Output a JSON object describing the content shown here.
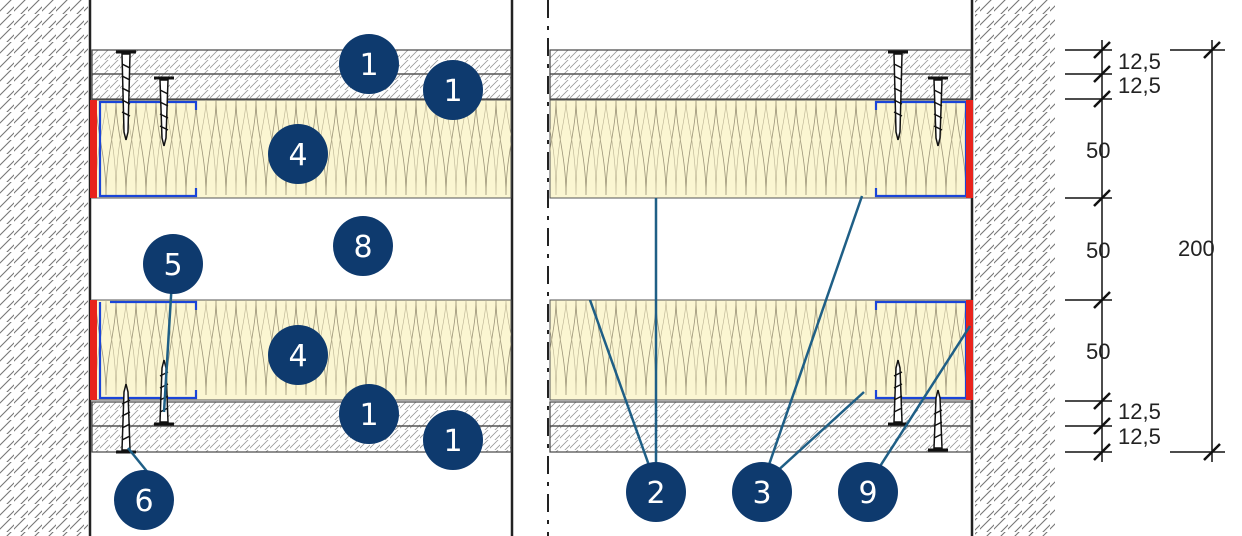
{
  "callouts": {
    "board_top_outer": "1",
    "board_top_inner": "1",
    "insulation_upper": "4",
    "cavity": "8",
    "screw_long": "5",
    "insulation_lower": "4",
    "board_bottom_inner": "1",
    "board_bottom_outer": "1",
    "screw_short": "6",
    "leader_2": "2",
    "leader_3": "3",
    "leader_9": "9"
  },
  "dimensions": {
    "board_1": "12,5",
    "board_2": "12,5",
    "insulation_upper": "50",
    "cavity": "50",
    "insulation_lower": "50",
    "board_3": "12,5",
    "board_4": "12,5",
    "total": "200"
  },
  "colors": {
    "callout_fill": "#0e3a6e",
    "insulation": "#fbf6d2",
    "profile": "#1a45d8",
    "seal": "#e8231c",
    "leader": "#1f5f86",
    "hatch": "#6a6a6a"
  }
}
